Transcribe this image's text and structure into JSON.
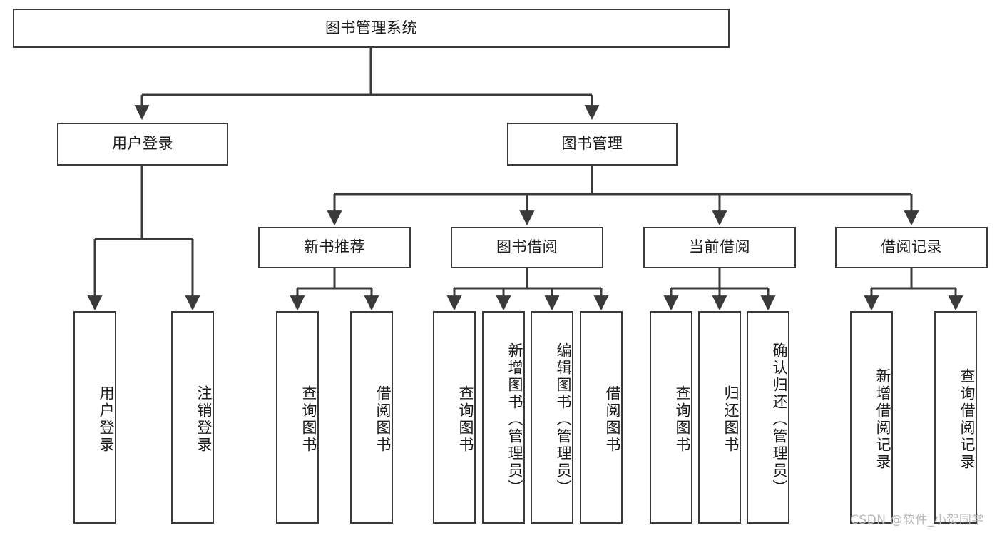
{
  "diagram": {
    "title": "图书管理系统",
    "type": "hierarchy-tree",
    "root": {
      "label": "图书管理系统"
    },
    "level2": [
      {
        "label": "用户登录"
      },
      {
        "label": "图书管理"
      }
    ],
    "level3": [
      {
        "label": "新书推荐",
        "parent": "图书管理"
      },
      {
        "label": "图书借阅",
        "parent": "图书管理"
      },
      {
        "label": "当前借阅",
        "parent": "图书管理"
      },
      {
        "label": "借阅记录",
        "parent": "图书管理"
      }
    ],
    "leaves": [
      {
        "label": "用户登录",
        "parent": "用户登录"
      },
      {
        "label": "注销登录",
        "parent": "用户登录"
      },
      {
        "label": "查询图书",
        "parent": "新书推荐"
      },
      {
        "label": "借阅图书",
        "parent": "新书推荐"
      },
      {
        "label": "查询图书",
        "parent": "图书借阅"
      },
      {
        "label": "新增图书（管理员）",
        "parent": "图书借阅"
      },
      {
        "label": "编辑图书（管理员）",
        "parent": "图书借阅"
      },
      {
        "label": "借阅图书",
        "parent": "图书借阅"
      },
      {
        "label": "查询图书",
        "parent": "当前借阅"
      },
      {
        "label": "归还图书",
        "parent": "当前借阅"
      },
      {
        "label": "确认归还（管理员）",
        "parent": "当前借阅"
      },
      {
        "label": "新增借阅记录",
        "parent": "借阅记录"
      },
      {
        "label": "查询借阅记录",
        "parent": "借阅记录"
      }
    ]
  },
  "watermark": {
    "text": "CSDN @软件_小贺同学"
  },
  "colors": {
    "stroke": "#3a3a3a",
    "fill": "#ffffff",
    "text": "#1b1b1b",
    "watermark": "#b9b9b9"
  }
}
